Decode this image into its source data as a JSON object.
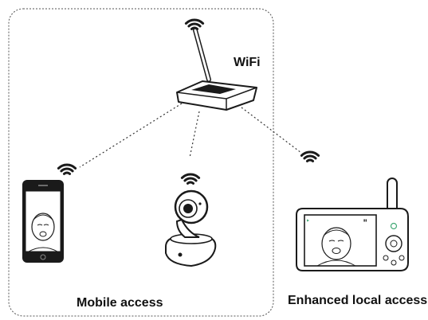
{
  "labels": {
    "wifi": "WiFi",
    "mobile_access": "Mobile access",
    "enhanced_local_access": "Enhanced local access"
  },
  "icons": [
    "router-icon",
    "wifi-signal-icon",
    "smartphone-icon",
    "camera-icon",
    "monitor-icon",
    "baby-face-icon"
  ],
  "colors": {
    "line": "#1a1a1a",
    "screen": "#111111",
    "box_border": "#555555",
    "background": "#ffffff"
  }
}
